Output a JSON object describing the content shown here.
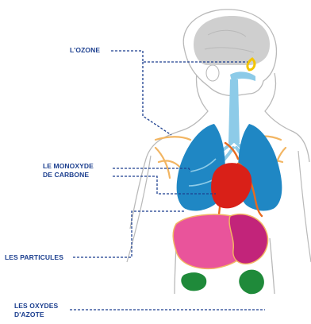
{
  "labels": {
    "ozone": "L'OZONE",
    "monoxyde": "LE MONOXYDE\nDE CARBONE",
    "particules": "LES PARTICULES",
    "oxydes": "LES OXYDES\nD'AZOTE"
  },
  "colors": {
    "label_text": "#1c3f8f",
    "leader_line": "#1c3f8f",
    "body_outline": "#b9b9b9",
    "brain": "#cfcfcf",
    "airway": "#8dcbe8",
    "lungs": "#1f87c4",
    "heart": "#d92018",
    "vessels": "#e86a1e",
    "nerves": "#f2b562",
    "liver": "#e9549b",
    "stomach": "#c2247a",
    "kidneys": "#1f8a3a",
    "ozone_marker": "#f3c400"
  }
}
